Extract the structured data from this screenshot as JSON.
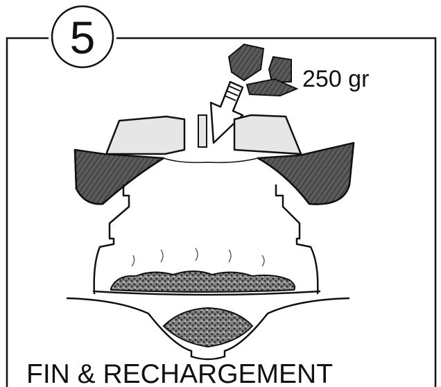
{
  "step": {
    "number": "5"
  },
  "dose": {
    "amount": "250 gr"
  },
  "caption": {
    "text": "FIN & RECHARGEMENT"
  },
  "icons": [
    "down-arrow-icon",
    "coal-pieces-icon"
  ],
  "colors": {
    "ink": "#111111",
    "fuel_fill": "#555555",
    "ember_fill": "#6b6b6b",
    "stone_fill": "#e6e6e6",
    "background": "#ffffff"
  }
}
